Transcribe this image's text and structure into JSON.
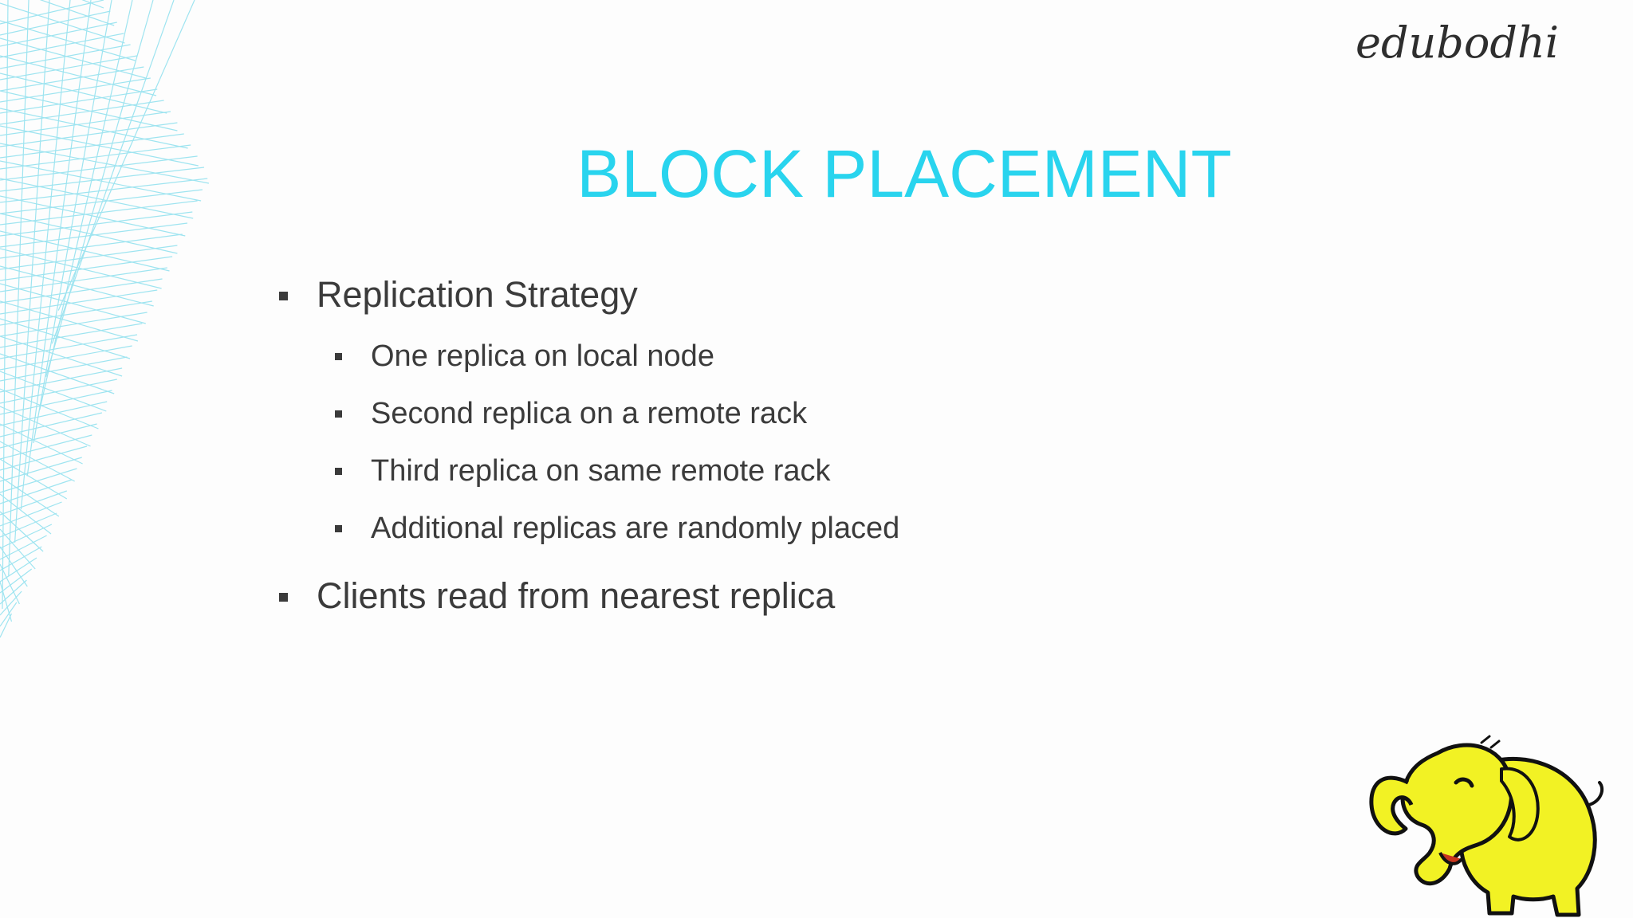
{
  "brand": {
    "text": "edubodhi"
  },
  "slide": {
    "title": "BLOCK PLACEMENT",
    "title_color": "#29d4ee",
    "text_color": "#3b3b3b",
    "bullets": [
      {
        "text": "Replication Strategy",
        "sub": [
          "One replica on local node",
          "Second replica on a remote rack",
          "Third replica on same remote rack",
          "Additional replicas are randomly placed"
        ]
      },
      {
        "text": "Clients read from nearest replica",
        "sub": []
      }
    ]
  },
  "decorations": {
    "left_graphic": "wireframe-mesh-icon",
    "logo": "hadoop-elephant-icon",
    "logo_color": "#f2f224"
  }
}
